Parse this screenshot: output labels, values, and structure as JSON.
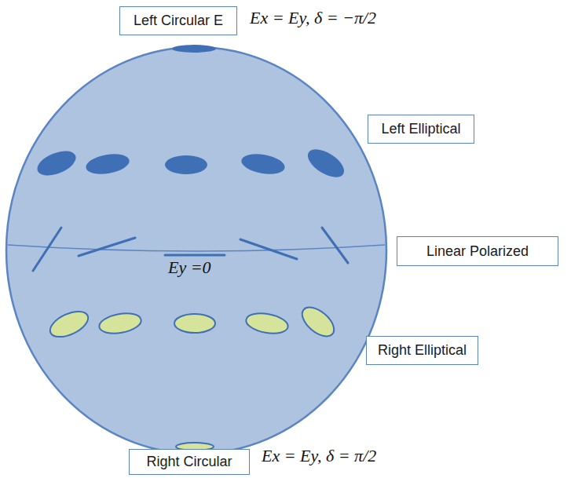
{
  "diagram": {
    "nodes": [
      {
        "text": [
          "Left Circular E"
        ]
      },
      {
        "text": [
          "Left Elliptical"
        ]
      },
      {
        "text": [
          "Linear Polarized"
        ]
      },
      {
        "text": [
          "Right Elliptical"
        ]
      },
      {
        "text": [
          "Right Circular"
        ]
      }
    ],
    "labels": [
      "Ex = Ey, δ = −π/2",
      "Ey =0",
      "Ex = Ey, δ = π/2"
    ]
  }
}
